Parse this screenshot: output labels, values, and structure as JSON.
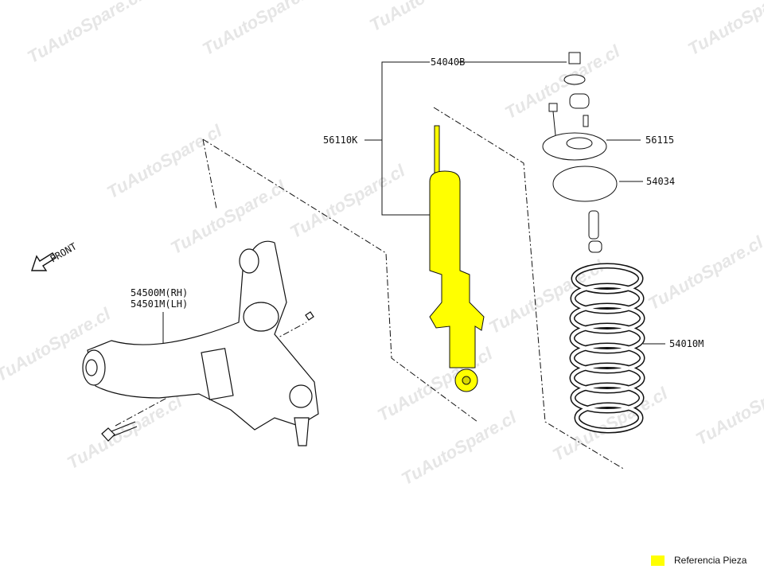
{
  "watermark": "TuAutoSpare.cl",
  "direction_label": "FRONT",
  "parts": {
    "nut": "54040B",
    "shock_absorber": "56110K",
    "strut_mount": "56115",
    "spring_seat": "54034",
    "coil_spring": "54010M",
    "lower_arm_rh": "54500M(RH)",
    "lower_arm_lh": "54501M(LH)"
  },
  "legend": {
    "label": "Referencia Pieza",
    "color": "#ffff00"
  }
}
